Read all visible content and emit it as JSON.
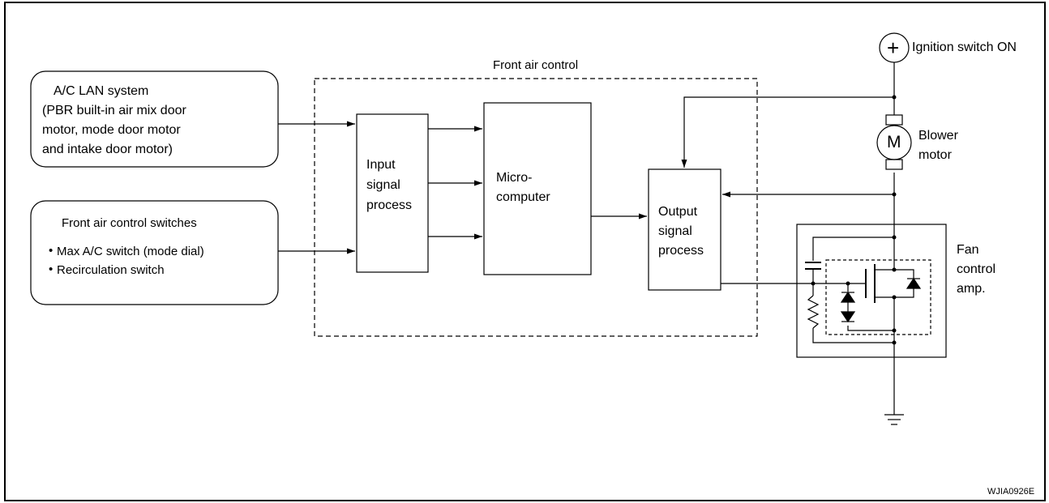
{
  "diagram": {
    "control_unit_title": "Front air control",
    "ac_lan": {
      "lines": [
        "A/C LAN system",
        "(PBR built-in air mix door",
        "motor, mode door motor",
        "and intake door motor)"
      ]
    },
    "switches": {
      "title": "Front air control switches",
      "items": [
        "Max A/C switch (mode dial)",
        "Recirculation switch"
      ]
    },
    "input_block": [
      "Input",
      "signal",
      "process"
    ],
    "micro_block": [
      "Micro-",
      "computer"
    ],
    "output_block": [
      "Output",
      "signal",
      "process"
    ],
    "ignition_symbol": "+",
    "ignition_label": "Ignition switch ON",
    "motor_symbol": "M",
    "blower_label": [
      "Blower",
      "motor"
    ],
    "fan_amp_label": [
      "Fan",
      "control",
      "amp."
    ],
    "figure_code": "WJIA0926E",
    "colors": {
      "line": "#000000",
      "background": "#ffffff"
    }
  }
}
